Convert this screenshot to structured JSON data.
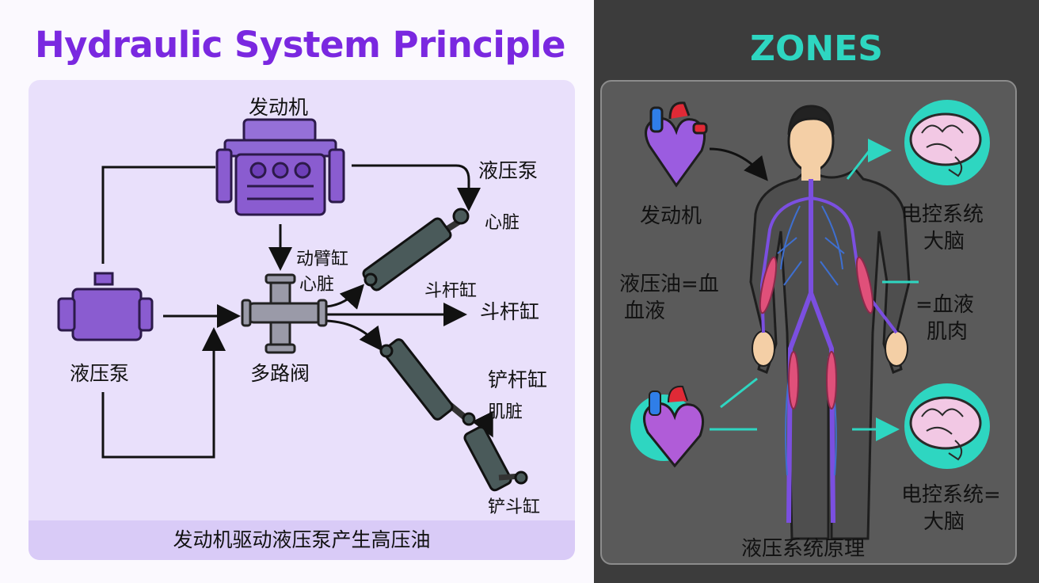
{
  "left": {
    "title": "Hydraulic System Principle",
    "labels": {
      "engine": "发动机",
      "pump_top": "液压泵",
      "heart_top": "心脏",
      "boom_cyl": "动臂缸",
      "boom_heart": "心脏",
      "arm_cyl_1": "斗杆缸",
      "arm_cyl_2": "斗杆缸",
      "bucket_rod": "铲杆缸",
      "muscle": "肌脏",
      "bucket_cyl": "铲斗缸",
      "pump": "液压泵",
      "valve": "多路阀"
    },
    "footer": "发动机驱动液压泵产生高压油",
    "colors": {
      "accent": "#7a28e0",
      "panel": "#e9e0fb",
      "component": "#8a5cd0",
      "cylinder": "#4a5a5a"
    }
  },
  "right": {
    "title": "ZONES",
    "labels": {
      "engine": "发动机",
      "oil_1": "液压油=血",
      "oil_2": "血液",
      "ecu_1_a": "电控系统",
      "ecu_1_b": "大脑",
      "blood_1": "=血液",
      "blood_2": "肌肉",
      "ecu_2_a": "电控系统=",
      "ecu_2_b": "大脑",
      "caption": "液压系统原理"
    },
    "colors": {
      "accent": "#2ed6c1",
      "panel": "#5a5a5a",
      "vessel_main": "#7b4fe0",
      "muscle": "#e0507a"
    }
  }
}
